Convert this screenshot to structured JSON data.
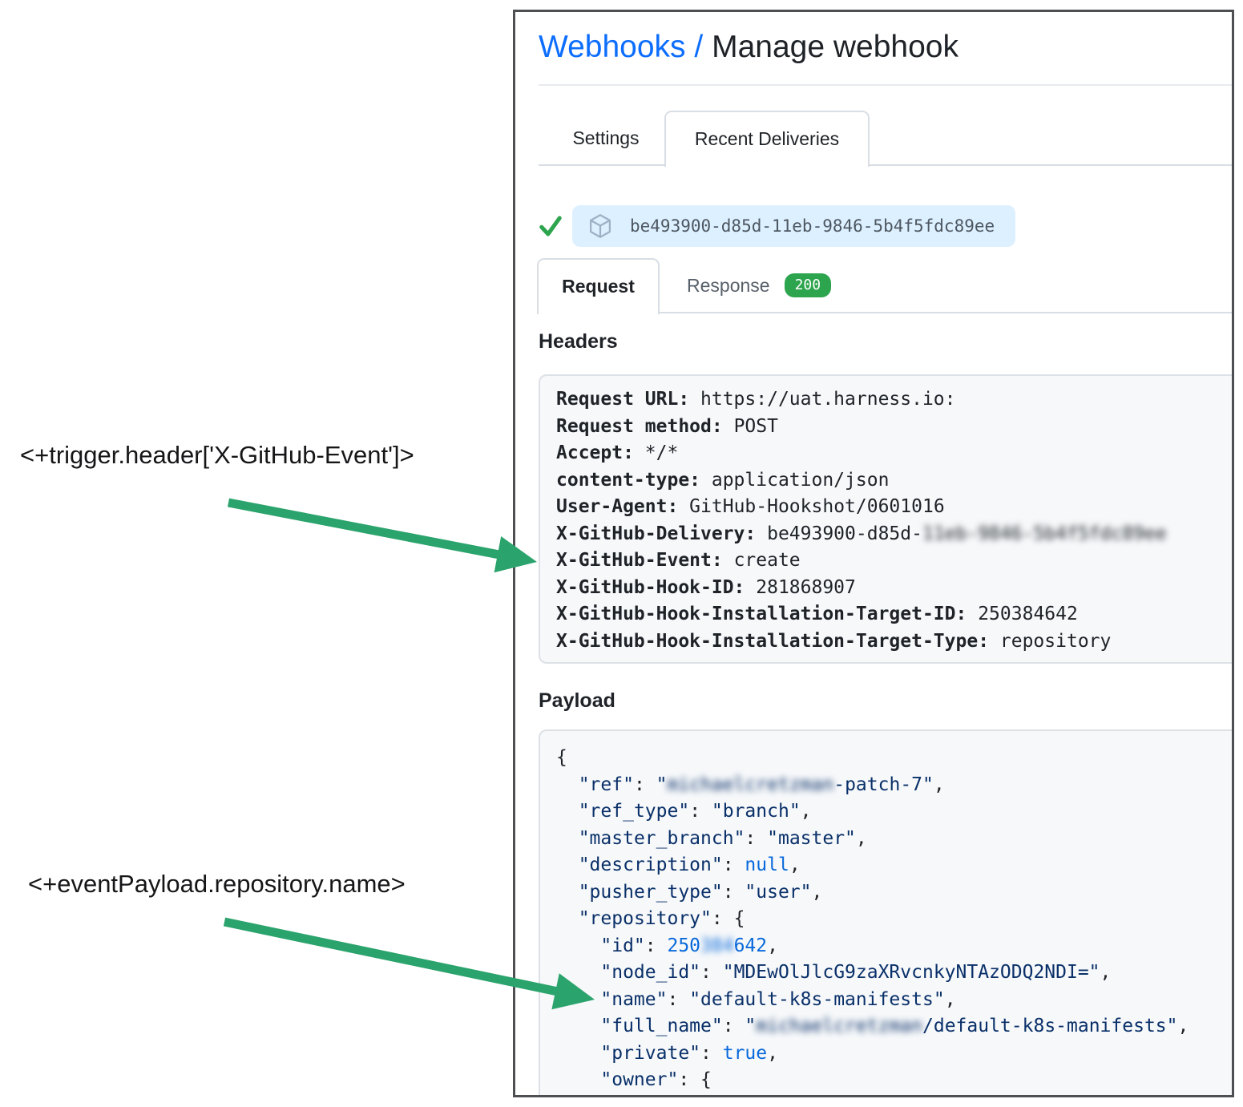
{
  "title": {
    "link": "Webhooks /",
    "current": "Manage webhook"
  },
  "tabs_primary": [
    {
      "label": "Settings",
      "active": false
    },
    {
      "label": "Recent Deliveries",
      "active": true
    }
  ],
  "delivery": {
    "id": "be493900-d85d-11eb-9846-5b4f5fdc89ee",
    "status": "success"
  },
  "tabs_secondary": [
    {
      "label": "Request",
      "active": true
    },
    {
      "label": "Response",
      "badge": "200",
      "active": false
    }
  ],
  "sections": {
    "headers_title": "Headers",
    "payload_title": "Payload"
  },
  "headers": [
    {
      "label": "Request URL:",
      "parts": [
        {
          "text": " https://uat.harness.io:"
        }
      ]
    },
    {
      "label": "Request method:",
      "parts": [
        {
          "text": " POST"
        }
      ]
    },
    {
      "label": "Accept:",
      "parts": [
        {
          "text": " */*"
        }
      ]
    },
    {
      "label": "content-type:",
      "parts": [
        {
          "text": " application/json"
        }
      ]
    },
    {
      "label": "User-Agent:",
      "parts": [
        {
          "text": " GitHub-Hookshot/0601016"
        }
      ]
    },
    {
      "label": "X-GitHub-Delivery:",
      "parts": [
        {
          "text": " be493900-d85d-"
        },
        {
          "text": "11eb-9846-5b4f5fdc89ee",
          "blur": true
        }
      ]
    },
    {
      "label": "X-GitHub-Event:",
      "parts": [
        {
          "text": " create"
        }
      ]
    },
    {
      "label": "X-GitHub-Hook-ID:",
      "parts": [
        {
          "text": " 281868907"
        }
      ]
    },
    {
      "label": "X-GitHub-Hook-Installation-Target-ID:",
      "parts": [
        {
          "text": " 250384642"
        }
      ]
    },
    {
      "label": "X-GitHub-Hook-Installation-Target-Type:",
      "parts": [
        {
          "text": " repository"
        }
      ]
    }
  ],
  "payload_lines": [
    {
      "indent": 0,
      "tokens": [
        {
          "t": "{",
          "c": "pun"
        }
      ]
    },
    {
      "indent": 1,
      "tokens": [
        {
          "t": "\"ref\"",
          "c": "key"
        },
        {
          "t": ": ",
          "c": "pun"
        },
        {
          "t": "\"",
          "c": "str"
        },
        {
          "t": "michaelcretzman",
          "c": "str",
          "blur": true
        },
        {
          "t": "-patch-7\"",
          "c": "str"
        },
        {
          "t": ",",
          "c": "pun"
        }
      ]
    },
    {
      "indent": 1,
      "tokens": [
        {
          "t": "\"ref_type\"",
          "c": "key"
        },
        {
          "t": ": ",
          "c": "pun"
        },
        {
          "t": "\"branch\"",
          "c": "str"
        },
        {
          "t": ",",
          "c": "pun"
        }
      ]
    },
    {
      "indent": 1,
      "tokens": [
        {
          "t": "\"master_branch\"",
          "c": "key"
        },
        {
          "t": ": ",
          "c": "pun"
        },
        {
          "t": "\"master\"",
          "c": "str"
        },
        {
          "t": ",",
          "c": "pun"
        }
      ]
    },
    {
      "indent": 1,
      "tokens": [
        {
          "t": "\"description\"",
          "c": "key"
        },
        {
          "t": ": ",
          "c": "pun"
        },
        {
          "t": "null",
          "c": "lit"
        },
        {
          "t": ",",
          "c": "pun"
        }
      ]
    },
    {
      "indent": 1,
      "tokens": [
        {
          "t": "\"pusher_type\"",
          "c": "key"
        },
        {
          "t": ": ",
          "c": "pun"
        },
        {
          "t": "\"user\"",
          "c": "str"
        },
        {
          "t": ",",
          "c": "pun"
        }
      ]
    },
    {
      "indent": 1,
      "tokens": [
        {
          "t": "\"repository\"",
          "c": "key"
        },
        {
          "t": ": ",
          "c": "pun"
        },
        {
          "t": "{",
          "c": "pun"
        }
      ]
    },
    {
      "indent": 2,
      "tokens": [
        {
          "t": "\"id\"",
          "c": "key"
        },
        {
          "t": ": ",
          "c": "pun"
        },
        {
          "t": "250",
          "c": "lit"
        },
        {
          "t": "384",
          "c": "lit",
          "blur": true
        },
        {
          "t": "642",
          "c": "lit"
        },
        {
          "t": ",",
          "c": "pun"
        }
      ]
    },
    {
      "indent": 2,
      "tokens": [
        {
          "t": "\"node_id\"",
          "c": "key"
        },
        {
          "t": ": ",
          "c": "pun"
        },
        {
          "t": "\"MDEwOlJlcG9zaXRvcnkyNTAzODQ2NDI=\"",
          "c": "str"
        },
        {
          "t": ",",
          "c": "pun"
        }
      ]
    },
    {
      "indent": 2,
      "tokens": [
        {
          "t": "\"name\"",
          "c": "key"
        },
        {
          "t": ": ",
          "c": "pun"
        },
        {
          "t": "\"default-k8s-manifests\"",
          "c": "str"
        },
        {
          "t": ",",
          "c": "pun"
        }
      ]
    },
    {
      "indent": 2,
      "tokens": [
        {
          "t": "\"full_name\"",
          "c": "key"
        },
        {
          "t": ": ",
          "c": "pun"
        },
        {
          "t": "\"",
          "c": "str"
        },
        {
          "t": "michaelcretzman",
          "c": "str",
          "blur": true
        },
        {
          "t": "/default-k8s-manifests\"",
          "c": "str"
        },
        {
          "t": ",",
          "c": "pun"
        }
      ]
    },
    {
      "indent": 2,
      "tokens": [
        {
          "t": "\"private\"",
          "c": "key"
        },
        {
          "t": ": ",
          "c": "pun"
        },
        {
          "t": "true",
          "c": "lit"
        },
        {
          "t": ",",
          "c": "pun"
        }
      ]
    },
    {
      "indent": 2,
      "tokens": [
        {
          "t": "\"owner\"",
          "c": "key"
        },
        {
          "t": ": ",
          "c": "pun"
        },
        {
          "t": "{",
          "c": "pun"
        }
      ]
    }
  ],
  "annotations": [
    {
      "text": "<+trigger.header['X-GitHub-Event']>",
      "points_to": "X-GitHub-Event header line"
    },
    {
      "text": "<+eventPayload.repository.name>",
      "points_to": "repository name payload line"
    }
  ],
  "colors": {
    "accent_blue": "#0d6efd",
    "heading_text": "#1f2328",
    "code_text": "#1f2328",
    "json_key": "#0a3069",
    "json_literal": "#0969da",
    "badge_green": "#2da44e",
    "check_green": "#2da44e",
    "arrow_green": "#2ba36c",
    "pill_bg": "#ddf0ff",
    "pill_text": "#4d5761",
    "box_bg": "#f6f8fa",
    "box_border": "#dde1e6",
    "tab_border": "#d8dee4",
    "panel_border": "#4d4f53",
    "tab_inactive_text": "#57606a",
    "annotation_text": "#161618",
    "cube_icon": "#9fb0c5"
  }
}
